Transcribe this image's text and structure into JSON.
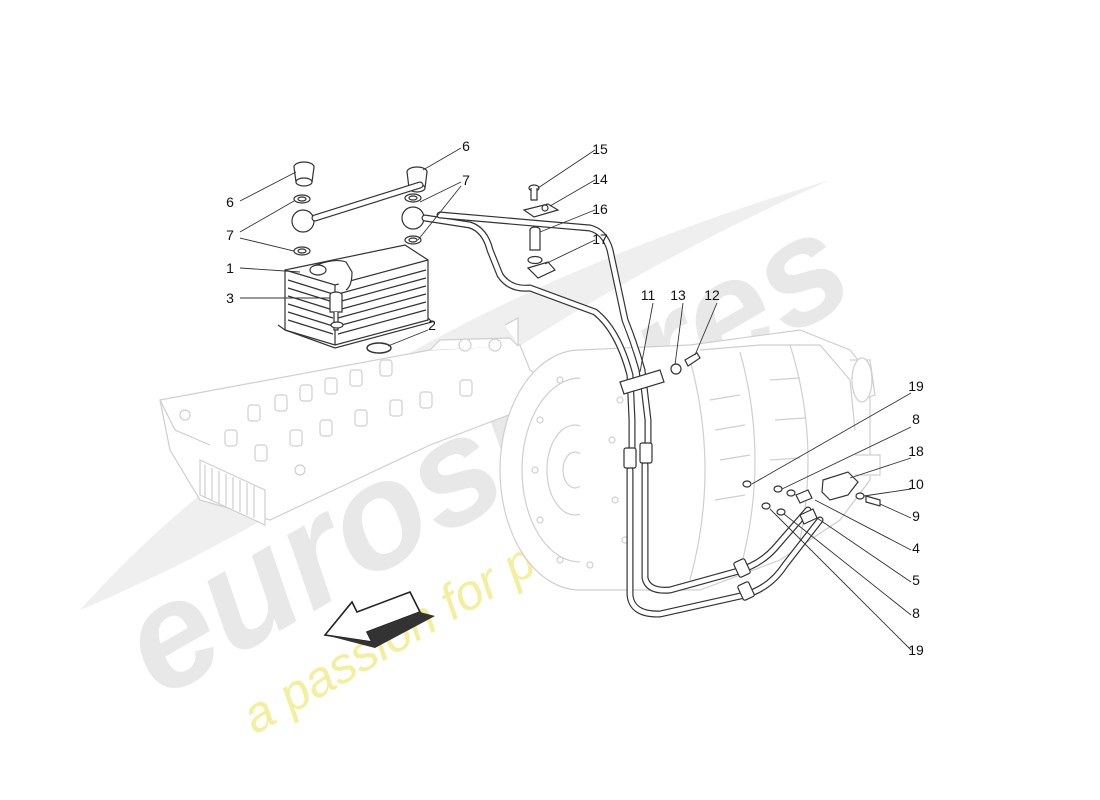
{
  "diagram": {
    "watermark": {
      "brand_text": "eurospares",
      "tagline": "a passion for parts since 1985",
      "brand_color": "#e6e6e6",
      "tagline_color": "#f2ee9a"
    },
    "line_color": "#333333",
    "callouts": [
      {
        "id": "c6a",
        "label": "6"
      },
      {
        "id": "c7a",
        "label": "7"
      },
      {
        "id": "c1",
        "label": "1"
      },
      {
        "id": "c3",
        "label": "3"
      },
      {
        "id": "c2",
        "label": "2"
      },
      {
        "id": "c6b",
        "label": "6"
      },
      {
        "id": "c7b",
        "label": "7"
      },
      {
        "id": "c15",
        "label": "15"
      },
      {
        "id": "c14",
        "label": "14"
      },
      {
        "id": "c16",
        "label": "16"
      },
      {
        "id": "c17",
        "label": "17"
      },
      {
        "id": "c11",
        "label": "11"
      },
      {
        "id": "c13",
        "label": "13"
      },
      {
        "id": "c12",
        "label": "12"
      },
      {
        "id": "c19a",
        "label": "19"
      },
      {
        "id": "c8a",
        "label": "8"
      },
      {
        "id": "c18",
        "label": "18"
      },
      {
        "id": "c10",
        "label": "10"
      },
      {
        "id": "c9",
        "label": "9"
      },
      {
        "id": "c4",
        "label": "4"
      },
      {
        "id": "c5",
        "label": "5"
      },
      {
        "id": "c8b",
        "label": "8"
      },
      {
        "id": "c19b",
        "label": "19"
      }
    ]
  }
}
